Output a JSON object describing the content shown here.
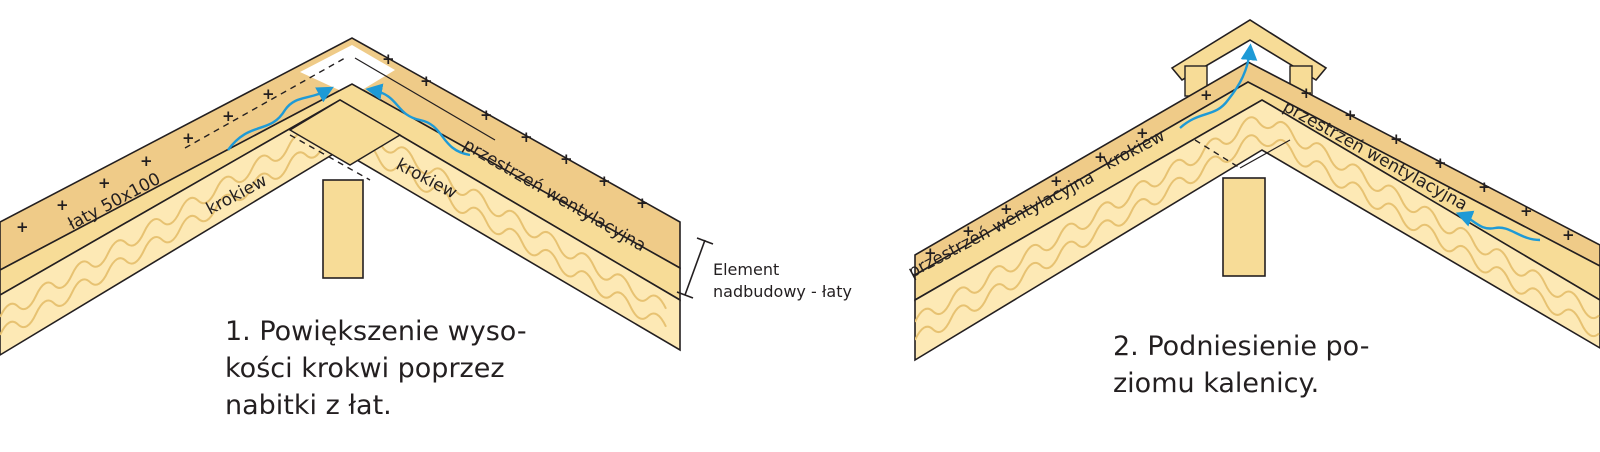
{
  "colors": {
    "background": "#ffffff",
    "wood": "#f7dc97",
    "wood_light": "#fbe8b2",
    "board": "#efcb88",
    "insulation": "#fde9b5",
    "insulation_line": "#e7c272",
    "outline": "#231f20",
    "airflow": "#1e9ad6"
  },
  "diagram1": {
    "label_battens": "łaty 50x100",
    "label_rafter_left": "krokiew",
    "label_rafter_right": "krokiew",
    "label_vent": "przestrzeń wentylacyjna",
    "label_element_line1": "Element",
    "label_element_line2": "nadbudowy - łaty",
    "caption_line1": "1. Powiększenie wyso-",
    "caption_line2": "kości krokwi poprzez",
    "caption_line3": "nabitki z łat."
  },
  "diagram2": {
    "label_vent_left": "przestrzeń wentylacyjna",
    "label_rafter": "krokiew",
    "label_vent_right": "przestrzeń wentylacyjna",
    "caption_line1": "2. Podniesienie po-",
    "caption_line2": "ziomu kalenicy."
  }
}
